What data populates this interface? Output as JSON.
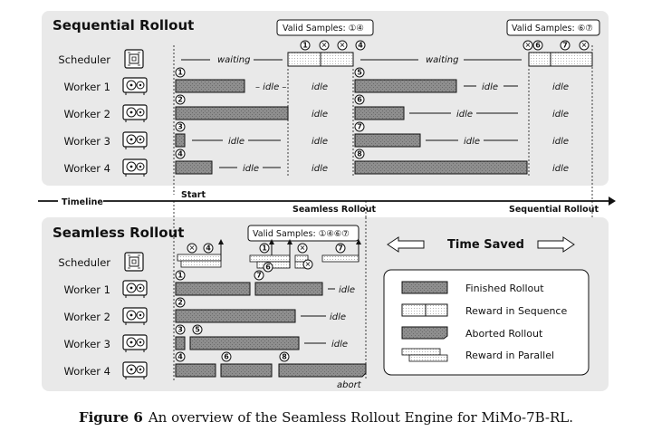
{
  "panels": {
    "sequential_title": "Sequential Rollout",
    "seamless_title": "Seamless Rollout"
  },
  "rows": {
    "scheduler": "Scheduler",
    "worker1": "Worker 1",
    "worker2": "Worker 2",
    "worker3": "Worker 3",
    "worker4": "Worker 4"
  },
  "texts": {
    "waiting": "waiting",
    "idle": "idle",
    "idle_dash": "– idle –",
    "start": "Start",
    "timeline": "Timeline",
    "seamless_marker": "Seamless Rollout",
    "sequential_marker": "Sequential Rollout",
    "time_saved": "Time Saved",
    "abort": "abort",
    "valid_samples_1": "Valid Samples: ①④",
    "valid_samples_2": "Valid Samples: ⑥⑦",
    "valid_samples_3": "Valid Samples: ①④⑥⑦"
  },
  "legend": {
    "finished": "Finished Rollout",
    "reward_seq": "Reward in Sequence",
    "aborted": "Aborted Rollout",
    "reward_par": "Reward in Parallel"
  },
  "caption": {
    "label": "Figure 6",
    "text": "An overview of the Seamless Rollout Engine for MiMo-7B-RL."
  },
  "colors": {
    "panel_bg": "#e9e9e9",
    "bar_fill": "#8e8e8e",
    "ink": "#111111"
  }
}
